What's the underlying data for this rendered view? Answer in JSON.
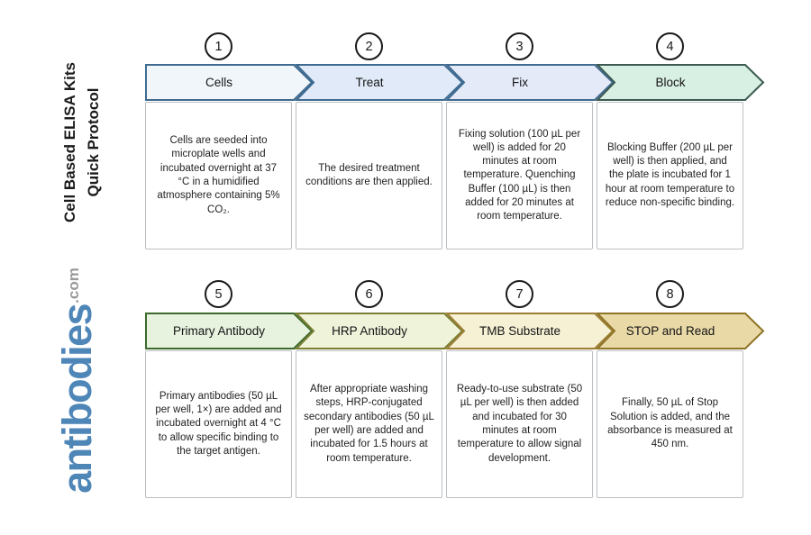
{
  "branding": {
    "title_line1": "Cell Based ELISA Kits",
    "title_line2": "Quick Protocol",
    "logo_main": "antibodies",
    "logo_suffix": ".com",
    "logo_main_color": "#4e86b8",
    "logo_suffix_color": "#9a9a9a"
  },
  "steps": [
    {
      "number": "1",
      "label": "Cells",
      "description": "Cells are seeded into microplate wells and incubated overnight at 37 °C in a humidified atmosphere containing 5% CO₂.",
      "fill": "#f1f6fa",
      "border": "#3f6b90"
    },
    {
      "number": "2",
      "label": "Treat",
      "description": "The desired treatment conditions are then applied.",
      "fill": "#e0eaf8",
      "border": "#3f6b90"
    },
    {
      "number": "3",
      "label": "Fix",
      "description": "Fixing solution (100 µL per well) is added for 20 minutes at room temperature. Quenching Buffer (100 µL) is then added for 20 minutes at room temperature.",
      "fill": "#e5eaf8",
      "border": "#3f6b90"
    },
    {
      "number": "4",
      "label": "Block",
      "description": "Blocking Buffer (200 µL per well) is then applied, and the plate is incubated for 1 hour at room temperature to reduce non-specific binding.",
      "fill": "#d8efe3",
      "border": "#3c5a51"
    },
    {
      "number": "5",
      "label": "Primary Antibody",
      "description": "Primary antibodies (50 µL per well, 1×) are added and incubated overnight at 4 °C to allow specific binding to the target antigen.",
      "fill": "#e7f2df",
      "border": "#3c6a2c"
    },
    {
      "number": "6",
      "label": "HRP Antibody",
      "description": "After appropriate washing steps, HRP-conjugated secondary antibodies (50 µL per well) are added and incubated for 1.5 hours at room temperature.",
      "fill": "#eef3da",
      "border": "#7a7e33"
    },
    {
      "number": "7",
      "label": "TMB Substrate",
      "description": "Ready-to-use substrate (50 µL per well) is then added and incubated for 30 minutes at room temperature to allow signal development.",
      "fill": "#f6f1d4",
      "border": "#9c7e35"
    },
    {
      "number": "8",
      "label": "STOP and Read",
      "description": "Finally, 50 µL of Stop Solution is added, and the absorbance is measured at 450 nm.",
      "fill": "#e9d9a7",
      "border": "#8e7426"
    }
  ]
}
